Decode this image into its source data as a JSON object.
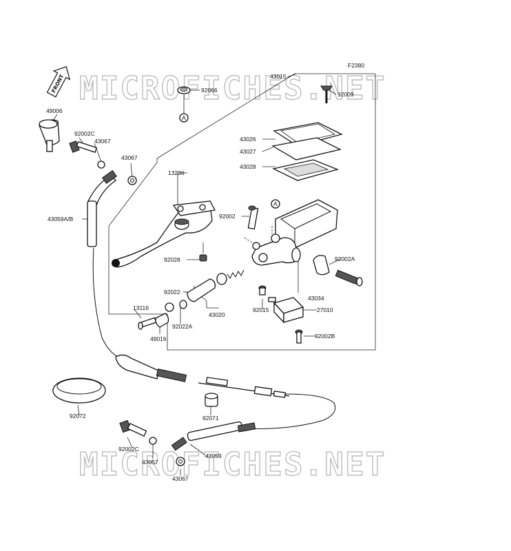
{
  "figure_code": "F2380",
  "watermark": "MICROFICHES.NET",
  "front_label": "FRONT",
  "ref_marker": "A",
  "part_numbers": {
    "p43015": "43015",
    "p92066": "92066",
    "p92009": "92009",
    "p49006": "49006",
    "p92002C_top": "92002C",
    "p43067_a": "43067",
    "p43067_b": "43067",
    "p43026": "43026",
    "p43027": "43027",
    "p43028": "43028",
    "p13236": "13236",
    "p92002": "92002",
    "p43059AB": "43059A/B",
    "p92028": "92028",
    "p92002A": "92002A",
    "p92022": "92022",
    "p13116": "13116",
    "p43034": "43034",
    "p92015": "92015",
    "p27010": "27010",
    "p43020": "43020",
    "p92022A": "92022A",
    "p49016": "49016",
    "p92002B": "92002B",
    "p92072": "92072",
    "p92071": "92071",
    "p92002C_bot": "92002C",
    "p43059": "43059",
    "p43067_c": "43067",
    "p43067_d": "43067"
  }
}
